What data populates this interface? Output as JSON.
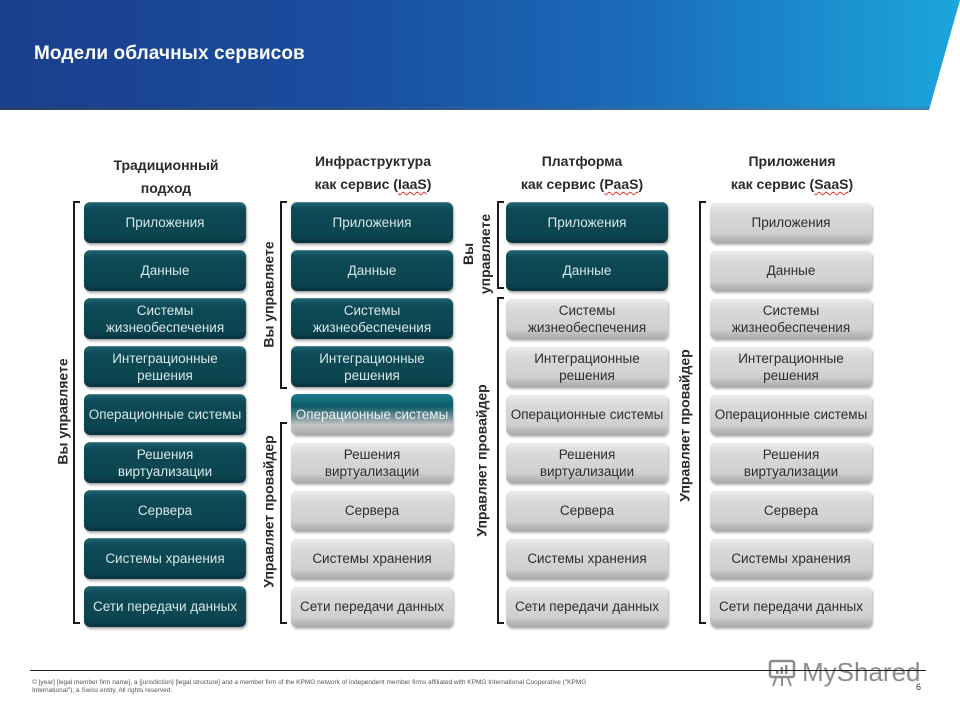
{
  "header": {
    "title": "Модели облачных сервисов"
  },
  "columns": [
    {
      "id": "traditional",
      "heading": [
        "Традиционный",
        "подход"
      ],
      "abbr": "",
      "brackets": [
        {
          "label": "Вы управляете",
          "type": "you",
          "from_row": 0,
          "to_row": 8
        }
      ],
      "items": [
        {
          "label": "Приложения",
          "managed_by": "you"
        },
        {
          "label": "Данные",
          "managed_by": "you"
        },
        {
          "label": "Системы жизнеобеспечения",
          "managed_by": "you"
        },
        {
          "label": "Интеграционные решения",
          "managed_by": "you"
        },
        {
          "label": "Операционные системы",
          "managed_by": "you"
        },
        {
          "label": "Решения виртуализации",
          "managed_by": "you"
        },
        {
          "label": "Сервера",
          "managed_by": "you"
        },
        {
          "label": "Системы хранения",
          "managed_by": "you"
        },
        {
          "label": "Сети передачи данных",
          "managed_by": "you"
        }
      ]
    },
    {
      "id": "iaas",
      "heading": [
        "Инфраструктура",
        "как сервис ("
      ],
      "abbr": "IaaS",
      "brackets": [
        {
          "label": "Вы управляете",
          "type": "you",
          "from_row": 0,
          "to_row": 3.5
        },
        {
          "label": "Управляет провайдер",
          "type": "provider",
          "from_row": 4.5,
          "to_row": 8
        }
      ],
      "items": [
        {
          "label": "Приложения",
          "managed_by": "you"
        },
        {
          "label": "Данные",
          "managed_by": "you"
        },
        {
          "label": "Системы жизнеобеспечения",
          "managed_by": "you"
        },
        {
          "label": "Интеграционные решения",
          "managed_by": "you"
        },
        {
          "label": "Операционные системы",
          "managed_by": "mixed"
        },
        {
          "label": "Решения виртуализации",
          "managed_by": "provider"
        },
        {
          "label": "Сервера",
          "managed_by": "provider"
        },
        {
          "label": "Системы хранения",
          "managed_by": "provider"
        },
        {
          "label": "Сети передачи данных",
          "managed_by": "provider"
        }
      ]
    },
    {
      "id": "paas",
      "heading": [
        "Платформа",
        "как сервис ("
      ],
      "abbr": "PaaS",
      "brackets": [
        {
          "label": "Вы управляете",
          "type": "you",
          "from_row": 0,
          "to_row": 1
        },
        {
          "label": "Управляет провайдер",
          "type": "provider",
          "from_row": 2,
          "to_row": 8
        }
      ],
      "items": [
        {
          "label": "Приложения",
          "managed_by": "you"
        },
        {
          "label": "Данные",
          "managed_by": "you"
        },
        {
          "label": "Системы жизнеобеспечения",
          "managed_by": "provider"
        },
        {
          "label": "Интеграционные решения",
          "managed_by": "provider"
        },
        {
          "label": "Операционные системы",
          "managed_by": "provider"
        },
        {
          "label": "Решения виртуализации",
          "managed_by": "provider"
        },
        {
          "label": "Сервера",
          "managed_by": "provider"
        },
        {
          "label": "Системы хранения",
          "managed_by": "provider"
        },
        {
          "label": "Сети передачи данных",
          "managed_by": "provider"
        }
      ]
    },
    {
      "id": "saas",
      "heading": [
        "Приложения",
        "как сервис ("
      ],
      "abbr": "SaaS",
      "brackets": [
        {
          "label": "Управляет провайдер",
          "type": "provider",
          "from_row": 0,
          "to_row": 8
        }
      ],
      "items": [
        {
          "label": "Приложения",
          "managed_by": "provider"
        },
        {
          "label": "Данные",
          "managed_by": "provider"
        },
        {
          "label": "Системы жизнеобеспечения",
          "managed_by": "provider"
        },
        {
          "label": "Интеграционные решения",
          "managed_by": "provider"
        },
        {
          "label": "Операционные системы",
          "managed_by": "provider"
        },
        {
          "label": "Решения виртуализации",
          "managed_by": "provider"
        },
        {
          "label": "Сервера",
          "managed_by": "provider"
        },
        {
          "label": "Системы хранения",
          "managed_by": "provider"
        },
        {
          "label": "Сети передачи данных",
          "managed_by": "provider"
        }
      ]
    }
  ],
  "labels": {
    "you_manage": "Вы управляете",
    "you_manage_split": [
      "Вы",
      "управляете"
    ],
    "provider_manages": "Управляет провайдер"
  },
  "colors": {
    "you_managed": "#0b4550",
    "provider_managed": "#d0d0d0",
    "header_start": "#1a3f8c",
    "header_end": "#1ba6dc"
  },
  "footer": {
    "legal": "© [year] [legal member firm name], a [jurisdiction] [legal structure] and a member firm of the KPMG network of independent  member firms affiliated with KPMG International  Cooperative  (\"KPMG International\"),  a Swiss entity. All rights reserved.",
    "page_number": "6",
    "watermark": "MyShared"
  }
}
